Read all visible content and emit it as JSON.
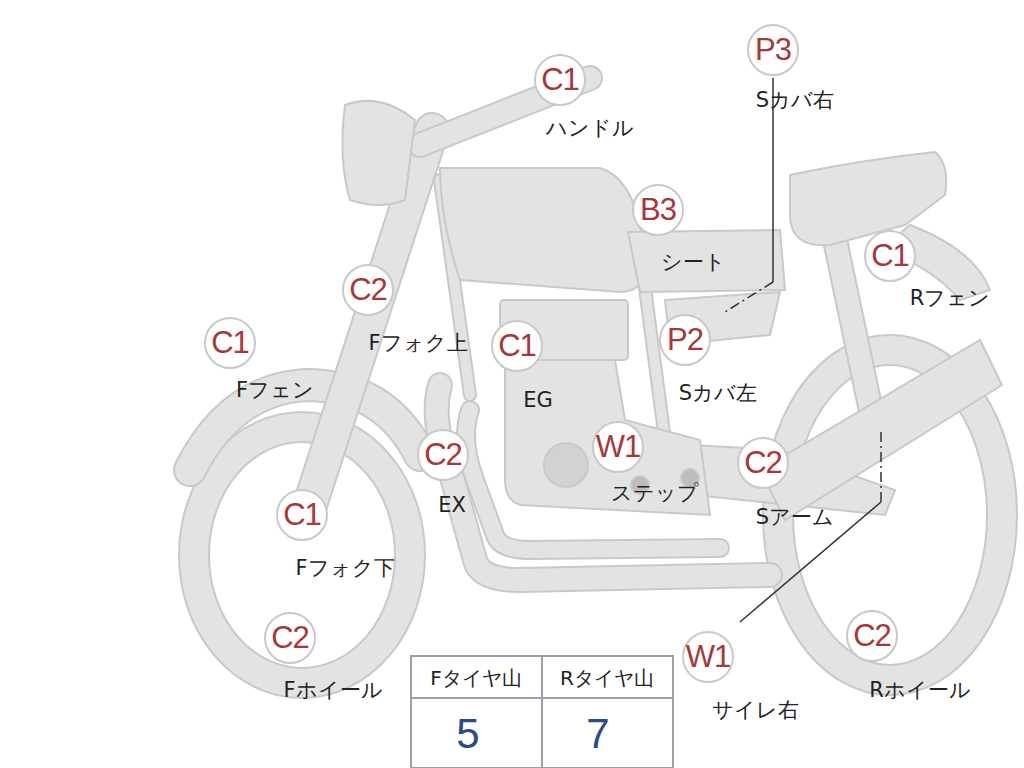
{
  "diagram": {
    "nodes": [
      {
        "text": [
          "P3",
          "Sカバ右"
        ]
      },
      {
        "text": [
          "C1",
          "ハンドル"
        ]
      },
      {
        "text": [
          "B3",
          "シート"
        ]
      },
      {
        "text": [
          "C1",
          "Rフェン"
        ]
      },
      {
        "text": [
          "C2",
          "Fフォク上"
        ]
      },
      {
        "text": [
          "C1",
          "Fフェン"
        ]
      },
      {
        "text": [
          "C1",
          "EG"
        ]
      },
      {
        "text": [
          "P2",
          "Sカバ左"
        ]
      },
      {
        "text": [
          "C2",
          "EX"
        ]
      },
      {
        "text": [
          "W1",
          "ステップ"
        ]
      },
      {
        "text": [
          "C2",
          "Sアーム"
        ]
      },
      {
        "text": [
          "C1",
          "Fフォク下"
        ]
      },
      {
        "text": [
          "C2",
          "Fホイール"
        ]
      },
      {
        "text": [
          "W1",
          "サイレ右"
        ]
      },
      {
        "text": [
          "C2",
          "Rホイール"
        ]
      }
    ],
    "labels": [
      "Fタイヤ山",
      "Rタイヤ山",
      "5",
      "7"
    ]
  }
}
